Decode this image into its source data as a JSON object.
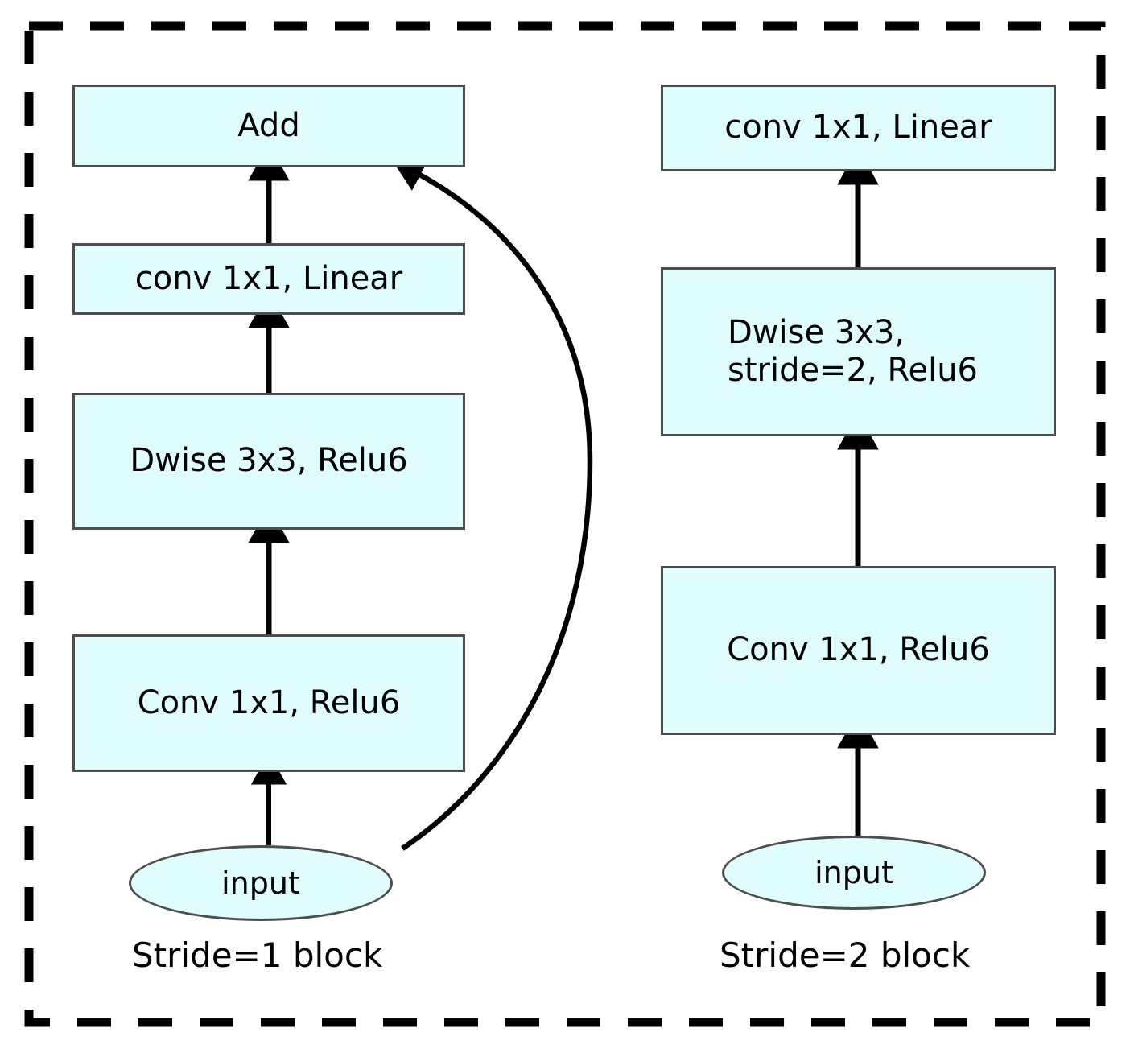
{
  "figure": {
    "type": "neural-network-block-diagram",
    "border_style": "dashed",
    "border_color": "#000000",
    "node_fill": "#e0fdfd",
    "node_stroke": "#4d4d4d",
    "edge_color": "#000000"
  },
  "blocks": [
    {
      "id": "stride1",
      "caption": "Stride=1 block",
      "nodes": [
        {
          "id": "s1-add",
          "label": "Add",
          "shape": "rect"
        },
        {
          "id": "s1-convlin",
          "label": "conv 1x1, Linear",
          "shape": "rect"
        },
        {
          "id": "s1-dwise",
          "label": "Dwise 3x3, Relu6",
          "shape": "rect"
        },
        {
          "id": "s1-conv",
          "label": "Conv 1x1, Relu6",
          "shape": "rect"
        },
        {
          "id": "s1-input",
          "label": "input",
          "shape": "ellipse"
        }
      ],
      "edges": [
        {
          "from": "s1-input",
          "to": "s1-conv",
          "kind": "straight"
        },
        {
          "from": "s1-conv",
          "to": "s1-dwise",
          "kind": "straight"
        },
        {
          "from": "s1-dwise",
          "to": "s1-convlin",
          "kind": "straight"
        },
        {
          "from": "s1-convlin",
          "to": "s1-add",
          "kind": "straight"
        },
        {
          "from": "s1-input",
          "to": "s1-add",
          "kind": "curved-skip"
        }
      ]
    },
    {
      "id": "stride2",
      "caption": "Stride=2 block",
      "nodes": [
        {
          "id": "s2-convlin",
          "label": "conv 1x1, Linear",
          "shape": "rect"
        },
        {
          "id": "s2-dwise",
          "label": "Dwise 3x3,\nstride=2, Relu6",
          "shape": "rect"
        },
        {
          "id": "s2-conv",
          "label": "Conv 1x1, Relu6",
          "shape": "rect"
        },
        {
          "id": "s2-input",
          "label": "input",
          "shape": "ellipse"
        }
      ],
      "edges": [
        {
          "from": "s2-input",
          "to": "s2-conv",
          "kind": "straight"
        },
        {
          "from": "s2-conv",
          "to": "s2-dwise",
          "kind": "straight"
        },
        {
          "from": "s2-dwise",
          "to": "s2-convlin",
          "kind": "straight"
        }
      ]
    }
  ],
  "labels": {
    "s1_add": "Add",
    "s1_convlin": "conv 1x1, Linear",
    "s1_dwise": "Dwise 3x3, Relu6",
    "s1_conv": "Conv 1x1, Relu6",
    "s1_input": "input",
    "s1_caption": "Stride=1 block",
    "s2_convlin": "conv 1x1, Linear",
    "s2_dwise": "Dwise 3x3,\nstride=2, Relu6",
    "s2_conv": "Conv 1x1, Relu6",
    "s2_input": "input",
    "s2_caption": "Stride=2 block"
  }
}
